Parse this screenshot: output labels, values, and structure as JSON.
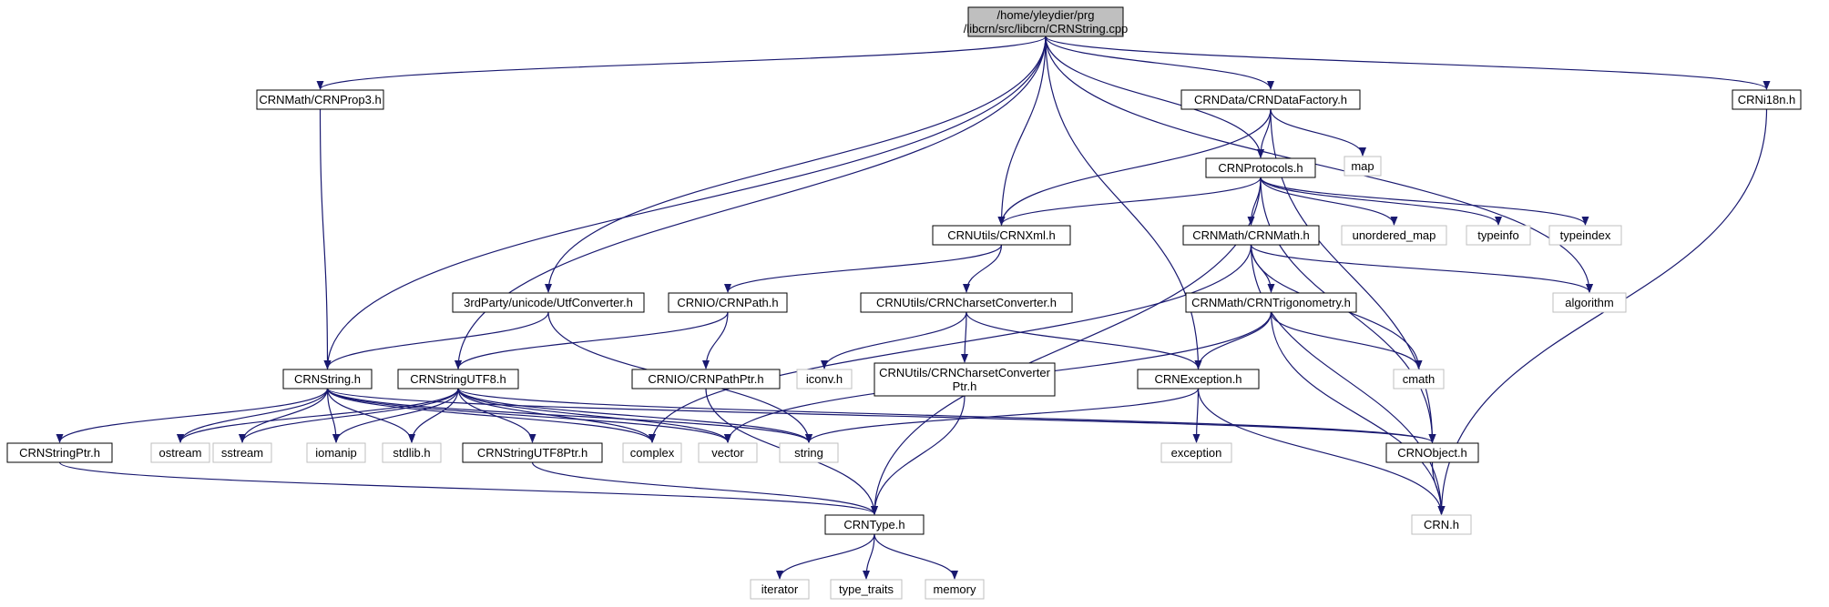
{
  "root": {
    "line1": "/home/yleydier/prg",
    "line2": "/libcrn/src/libcrn/CRNString.cpp"
  },
  "nodes": {
    "crnprop3": "CRNMath/CRNProp3.h",
    "datafactory": "CRNData/CRNDataFactory.h",
    "crni18n": "CRNi18n.h",
    "map": "map",
    "protocols": "CRNProtocols.h",
    "crnxml": "CRNUtils/CRNXml.h",
    "crnmath": "CRNMath/CRNMath.h",
    "unordered_map": "unordered_map",
    "typeinfo": "typeinfo",
    "typeindex": "typeindex",
    "utfconverter": "3rdParty/unicode/UtfConverter.h",
    "crnpath": "CRNIO/CRNPath.h",
    "charsetconv": "CRNUtils/CRNCharsetConverter.h",
    "trig": "CRNMath/CRNTrigonometry.h",
    "algorithm": "algorithm",
    "crnstring": "CRNString.h",
    "stringutf8": "CRNStringUTF8.h",
    "iconv": "iconv.h",
    "pathptr": "CRNIO/CRNPathPtr.h",
    "charsetptr_line1": "CRNUtils/CRNCharsetConverter",
    "charsetptr_line2": "Ptr.h",
    "exception_h": "CRNException.h",
    "cmath": "cmath",
    "stringptr": "CRNStringPtr.h",
    "ostream": "ostream",
    "sstream": "sstream",
    "iomanip": "iomanip",
    "stdlib": "stdlib.h",
    "utf8ptr": "CRNStringUTF8Ptr.h",
    "complex": "complex",
    "vector": "vector",
    "string": "string",
    "exception": "exception",
    "crnobject": "CRNObject.h",
    "crnh": "CRN.h",
    "crntype": "CRNType.h",
    "iterator": "iterator",
    "type_traits": "type_traits",
    "memory": "memory"
  },
  "colors": {
    "edge": "#191970",
    "node_border": "#000000",
    "external_border": "#bfbfbf",
    "root_fill": "#bfbfbf",
    "text": "#000000"
  }
}
